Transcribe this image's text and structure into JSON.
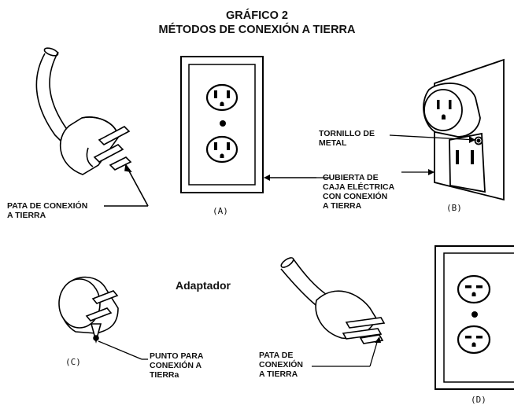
{
  "title": {
    "line1": "GRÁFICO 2",
    "line2": "MÉTODOS DE CONEXIÓN A TIERRA"
  },
  "labels": {
    "grounding_prong_a": "PATA DE CONEXIÓN\nA TIERRA",
    "metal_screw": "TORNILLO DE\nMETAL",
    "box_cover": "CUBIERTA DE\nCAJA ELÉCTRICA\nCON CONEXIÓN\n A TIERRA",
    "grounding_point": "PUNTO PARA\nCONEXIÓN A\nTIERRa",
    "grounding_prong_d": "PATA DE\nCONEXIÓN\nA TIERRA",
    "adapter": "Adaptador"
  },
  "captions": {
    "a": "(A)",
    "b": "(B)",
    "c": "(C)",
    "d": "(D)"
  }
}
